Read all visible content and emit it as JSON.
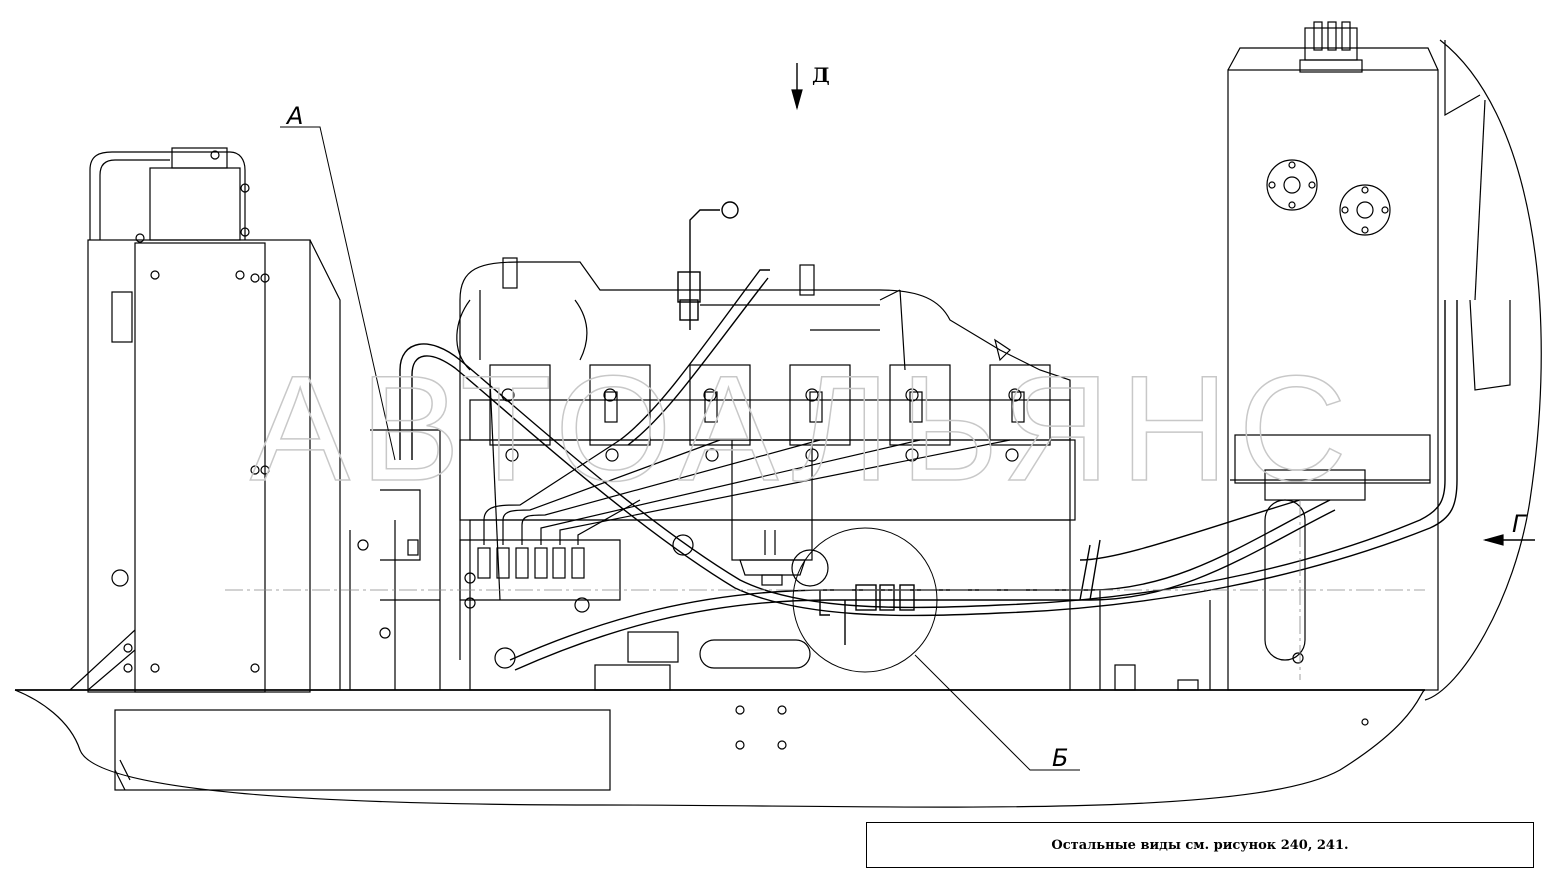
{
  "labels": {
    "callout_a": "А",
    "callout_b": "Б",
    "view_d": "Д",
    "view_g": "Г"
  },
  "watermark": "АВТОАЛЬЯНС",
  "note": "Остальные виды см. рисунок 240, 241."
}
